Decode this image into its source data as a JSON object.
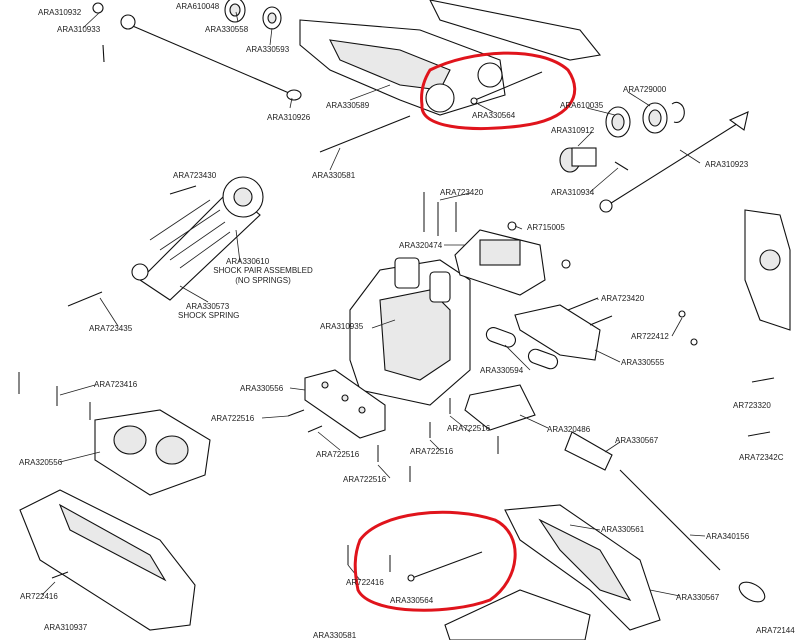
{
  "diagram": {
    "labels": {
      "ara310932": "ARA310932",
      "ara610048": "ARA610048",
      "ara330558": "ARA330558",
      "ara310933": "ARA310933",
      "ara330593": "ARA330593",
      "ara310926": "ARA310926",
      "ara330589": "ARA330589",
      "ara330564_top": "ARA330564",
      "ara729000": "ARA729000",
      "ara610035": "ARA610035",
      "ara310912": "ARA310912",
      "ara310923": "ARA310923",
      "ara310934": "ARA310934",
      "ara330581_top": "ARA330581",
      "ara723430": "ARA723430",
      "ara723420_top": "ARA723420",
      "ar715005": "AR715005",
      "ara320474": "ARA320474",
      "ara330610": "ARA330610",
      "shock_pair_line1": "SHOCK PAIR ASSEMBLED",
      "shock_pair_line2": "(NO SPRINGS)",
      "ara723420_mid": "ARA723420",
      "ara723435": "ARA723435",
      "ara330573": "ARA330573",
      "shock_spring": "SHOCK SPRING",
      "ara310935": "ARA310935",
      "ar722412": "AR722412",
      "ara330594": "ARA330594",
      "ara330555": "ARA330555",
      "ara723416": "ARA723416",
      "ara330556": "ARA330556",
      "ar723320": "AR723320",
      "ara722516_a": "ARA722516",
      "ara722516_b": "ARA722516",
      "ara320486": "ARA320486",
      "ara330567_top": "ARA330567",
      "ara722516_c": "ARA722516",
      "ara722516_d": "ARA722516",
      "ara722516_e": "ARA722516",
      "ara320556": "ARA320556",
      "ara723420_right": "ARA72342C",
      "ara330561": "ARA330561",
      "ara340156": "ARA340156",
      "ar722416_a": "AR722416",
      "ar722416_b": "AR722416",
      "ara330564_bottom": "ARA330564",
      "ara330567_bottom": "ARA330567",
      "ara310937": "ARA310937",
      "ara330581_bottom": "ARA330581",
      "ara72144": "ARA72144"
    },
    "highlight_color": "#e0141c",
    "line_color": "#222222"
  }
}
